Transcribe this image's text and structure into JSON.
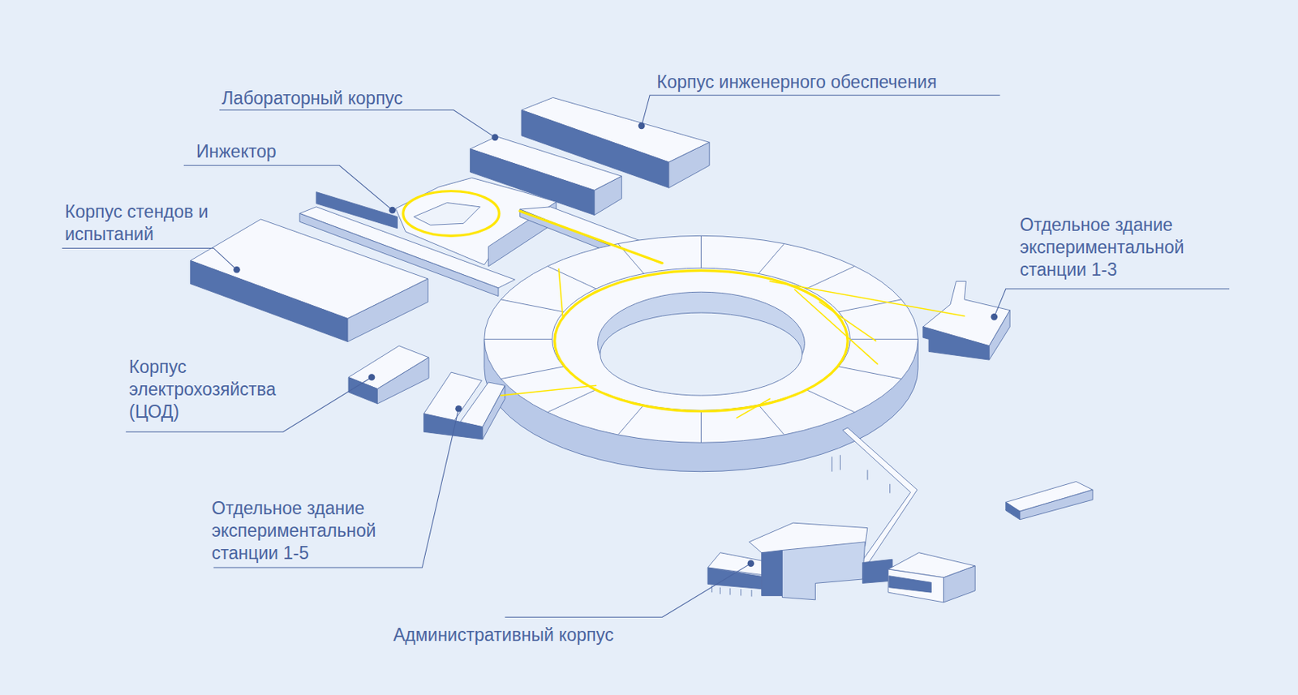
{
  "diagram": {
    "labels": [
      "Корпус инженерного обеспечения",
      "Лабораторный корпус",
      "Инжектор",
      "Корпус стендов и испытаний",
      "Отдельное здание экспериментальной станции 1-3",
      "Корпус электрохозяйства (ЦОД)",
      "Отдельное здание экспериментальной станции 1-5",
      "Административный корпус"
    ]
  }
}
